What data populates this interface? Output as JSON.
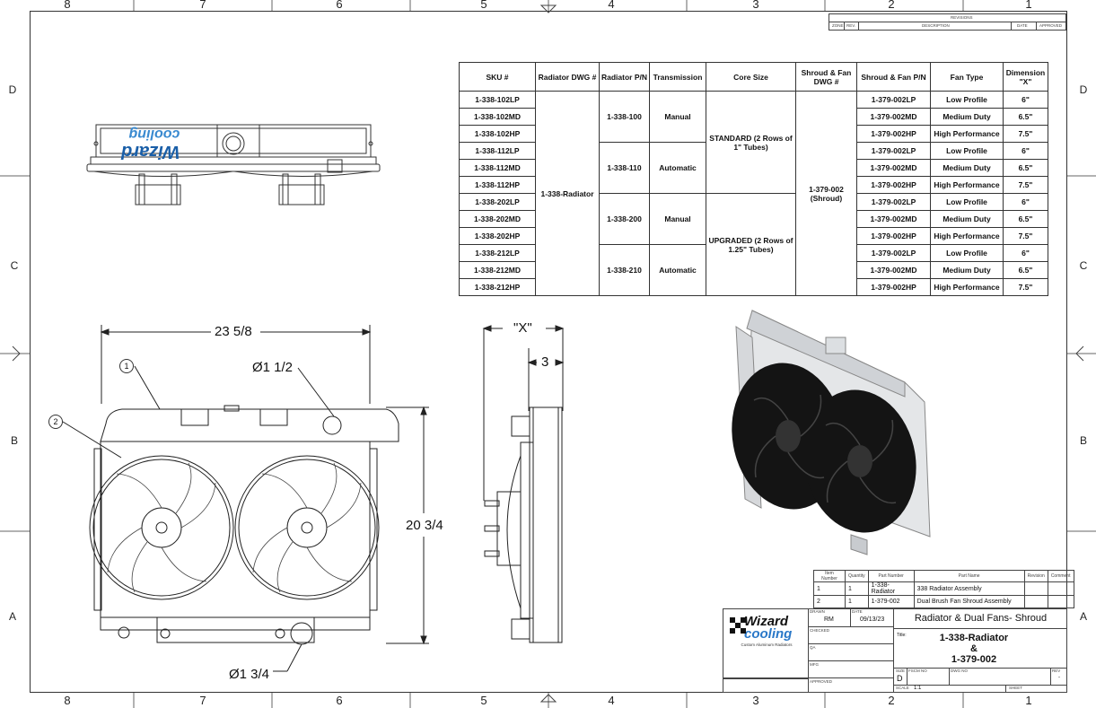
{
  "zones": {
    "columns": [
      "8",
      "7",
      "6",
      "5",
      "4",
      "3",
      "2",
      "1"
    ],
    "rows": [
      "D",
      "C",
      "B",
      "A"
    ]
  },
  "revisions": {
    "title": "REVISIONS",
    "headers": [
      "ZONE",
      "REV.",
      "DESCRIPTION",
      "DATE",
      "APPROVED"
    ]
  },
  "sku_table": {
    "headers": [
      "SKU #",
      "Radiator DWG #",
      "Radiator P/N",
      "Transmission",
      "Core Size",
      "Shroud & Fan DWG #",
      "Shroud & Fan P/N",
      "Fan Type",
      "Dimension \"X\""
    ],
    "skus": [
      "1-338-102LP",
      "1-338-102MD",
      "1-338-102HP",
      "1-338-112LP",
      "1-338-112MD",
      "1-338-112HP",
      "1-338-202LP",
      "1-338-202MD",
      "1-338-202HP",
      "1-338-212LP",
      "1-338-212MD",
      "1-338-212HP"
    ],
    "radiator_dwg": "1-338-Radiator",
    "radiator_pn": [
      "1-338-100",
      "1-338-110",
      "1-338-200",
      "1-338-210"
    ],
    "transmission": [
      "Manual",
      "Automatic",
      "Manual",
      "Automatic"
    ],
    "core_size": [
      "STANDARD (2 Rows of 1\" Tubes)",
      "UPGRADED (2 Rows of 1.25\" Tubes)"
    ],
    "shroud_dwg": "1-379-002 (Shroud)",
    "shroud_pn": [
      "1-379-002LP",
      "1-379-002MD",
      "1-379-002HP",
      "1-379-002LP",
      "1-379-002MD",
      "1-379-002HP",
      "1-379-002LP",
      "1-379-002MD",
      "1-379-002HP",
      "1-379-002LP",
      "1-379-002MD",
      "1-379-002HP"
    ],
    "fan_type": [
      "Low Profile",
      "Medium Duty",
      "High Performance",
      "Low Profile",
      "Medium Duty",
      "High Performance",
      "Low Profile",
      "Medium Duty",
      "High Performance",
      "Low Profile",
      "Medium Duty",
      "High Performance"
    ],
    "dimension_x": [
      "6\"",
      "6.5\"",
      "7.5\"",
      "6\"",
      "6.5\"",
      "7.5\"",
      "6\"",
      "6.5\"",
      "7.5\"",
      "6\"",
      "6.5\"",
      "7.5\""
    ]
  },
  "dimensions": {
    "width": "23 5/8",
    "height": "20 3/4",
    "inlet": "Ø1 1/2",
    "outlet": "Ø1 3/4",
    "x": "\"X\"",
    "depth": "3",
    "balloon_1": "1",
    "balloon_2": "2"
  },
  "logo": {
    "line1": "Wizard",
    "line2": "cooling",
    "tagline": "Custom Aluminum Radiators"
  },
  "bom": {
    "headers": [
      "Item Number",
      "Quantity",
      "Part Number",
      "Part Name",
      "Revision",
      "Comment"
    ],
    "rows": [
      {
        "item": "1",
        "qty": "1",
        "pn": "1-338-Radiator",
        "name": "338 Radiator Assembly"
      },
      {
        "item": "2",
        "qty": "1",
        "pn": "1-379-002",
        "name": "Dual Brush Fan Shroud Assembly"
      }
    ]
  },
  "title_block": {
    "drawn_label": "DRAWN",
    "drawn": "RM",
    "date_label": "DATE",
    "date": "09/13/23",
    "checked_label": "CHECKED",
    "qa_label": "QA",
    "mfg_label": "MFG",
    "approved_label": "APPROVED",
    "heading": "Radiator & Dual Fans- Shroud",
    "title_label": "Title:",
    "title_line1": "1-338-Radiator",
    "title_line2": "&",
    "title_line3": "1-379-002",
    "size_label": "SIZE",
    "size": "D",
    "fscm_label": "FSCM NO",
    "dwg_label": "DWG NO",
    "rev_label": "REV",
    "rev": "-",
    "scale_label": "SCALE",
    "scale": "1:1",
    "sheet_label": "SHEET"
  }
}
